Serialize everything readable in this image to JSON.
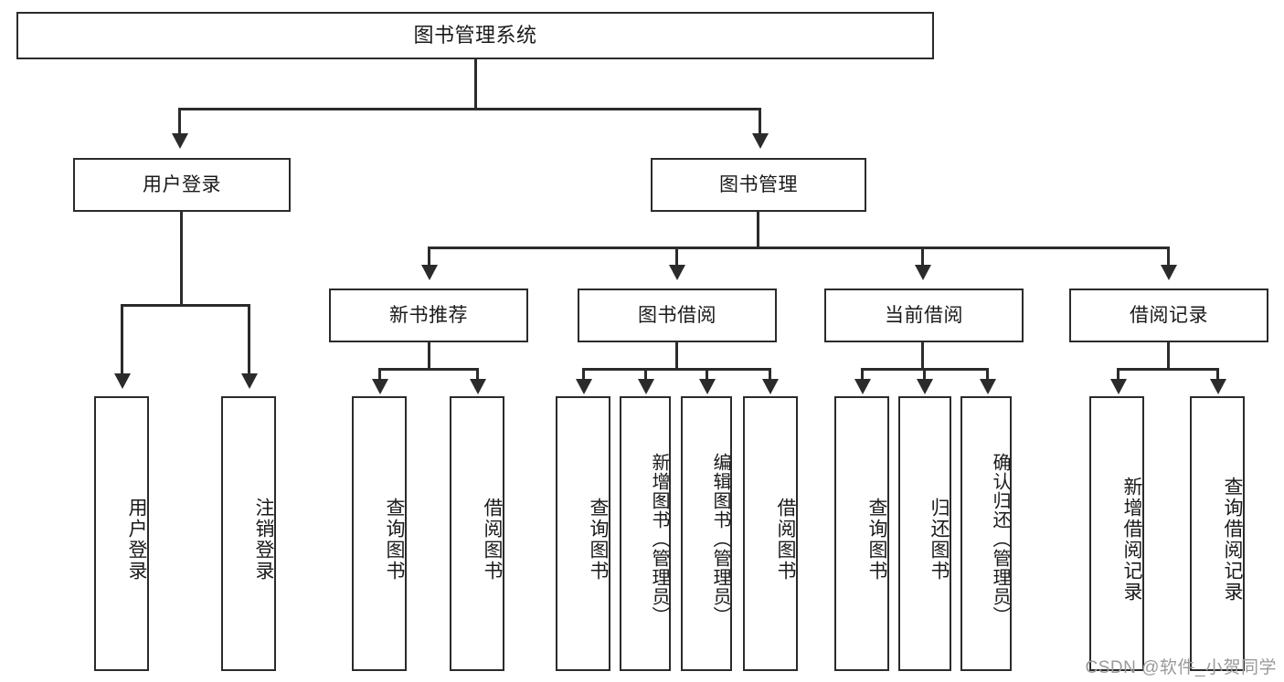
{
  "diagram": {
    "title": "图书管理系统",
    "type": "tree-hierarchy-chart",
    "root": {
      "id": "root",
      "label": "图书管理系统"
    },
    "level2": [
      {
        "id": "user-login",
        "label": "用户登录"
      },
      {
        "id": "book-manage",
        "label": "图书管理"
      }
    ],
    "level3": [
      {
        "id": "new-book-rec",
        "label": "新书推荐",
        "parent": "book-manage"
      },
      {
        "id": "book-borrow",
        "label": "图书借阅",
        "parent": "book-manage"
      },
      {
        "id": "current-borrow",
        "label": "当前借阅",
        "parent": "book-manage"
      },
      {
        "id": "borrow-record",
        "label": "借阅记录",
        "parent": "book-manage"
      }
    ],
    "leaves": [
      {
        "id": "leaf-user-login",
        "label": "用户登录",
        "parent": "user-login"
      },
      {
        "id": "leaf-logout",
        "label": "注销登录",
        "parent": "user-login"
      },
      {
        "id": "leaf-query-book-1",
        "label": "查询图书",
        "parent": "new-book-rec"
      },
      {
        "id": "leaf-borrow-book-1",
        "label": "借阅图书",
        "parent": "new-book-rec"
      },
      {
        "id": "leaf-query-book-2",
        "label": "查询图书",
        "parent": "book-borrow"
      },
      {
        "id": "leaf-add-book",
        "label": "新增图书（管理员）",
        "parent": "book-borrow"
      },
      {
        "id": "leaf-edit-book",
        "label": "编辑图书（管理员）",
        "parent": "book-borrow"
      },
      {
        "id": "leaf-borrow-book-2",
        "label": "借阅图书",
        "parent": "book-borrow"
      },
      {
        "id": "leaf-query-book-3",
        "label": "查询图书",
        "parent": "current-borrow"
      },
      {
        "id": "leaf-return-book",
        "label": "归还图书",
        "parent": "current-borrow"
      },
      {
        "id": "leaf-confirm-return",
        "label": "确认归还（管理员）",
        "parent": "current-borrow"
      },
      {
        "id": "leaf-add-record",
        "label": "新增借阅记录",
        "parent": "borrow-record"
      },
      {
        "id": "leaf-query-record",
        "label": "查询借阅记录",
        "parent": "borrow-record"
      }
    ],
    "colors": {
      "line": "#2b2b2b",
      "box_border": "#2b2b2b",
      "box_fill": "#ffffff",
      "text": "#1a1a1a",
      "watermark": "#9a9a9a"
    }
  },
  "watermark": {
    "text": "CSDN @软件_小贺同学"
  }
}
